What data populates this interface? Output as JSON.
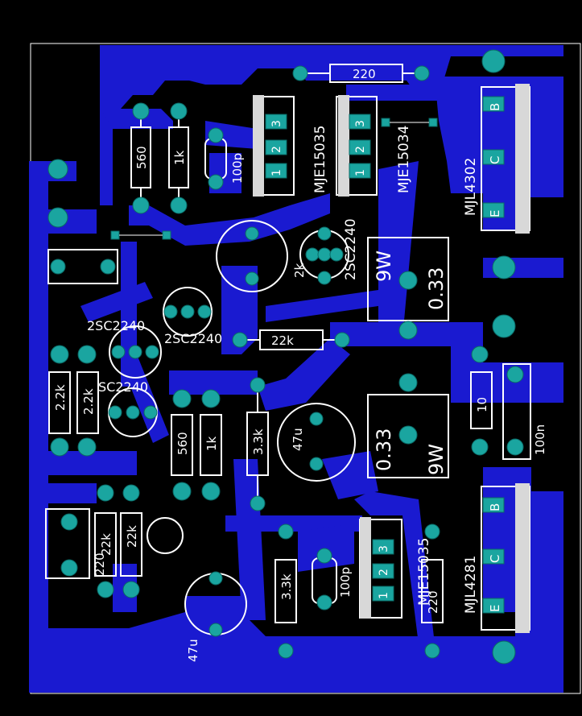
{
  "colors": {
    "background": "#000000",
    "copper": "#1a1ad0",
    "pad": "#1aa5a0",
    "silk": "#ffffff"
  },
  "labels": {
    "r220_top": "220",
    "q_mje15035_top": "MJE15035",
    "q_mje15034": "MJE15034",
    "q_mjl4302": "MJL4302",
    "mjl4302_b": "B",
    "mjl4302_c": "C",
    "mjl4302_e": "E",
    "pin3a": "3",
    "pin2a": "2",
    "pin1a": "1",
    "pin3b": "3",
    "pin2b": "2",
    "pin1b": "1",
    "r560_top": "560",
    "r1k_top": "1k",
    "c100p_top": "100p",
    "q2sc2240_right": "2SC2240",
    "r2k": "2k",
    "r033_top_val": "0.33",
    "r033_top_w": "9W",
    "q2sc2240_a": "2SC2240",
    "q2sc2240_b": "2SC2240",
    "q2sc2240_c": "SC2240",
    "r22k_mid": "22k",
    "r22k_left": "2.2k",
    "r2k_left2": "2.2k",
    "r560_mid": "560",
    "r1k_mid": "1k",
    "r33k_mid": "3.3k",
    "c47u_mid": "47u",
    "r033_bot_val": "0.33",
    "r033_bot_w": "9W",
    "r10": "10",
    "c100n": "100n",
    "r220_left": "220",
    "r22k_bot_a": "22k",
    "r22k_bot_b": "22k",
    "c47u_bot": "47u",
    "r33k_bot": "3.3k",
    "c100p_bot": "100p",
    "q_mje15035_bot": "MJE15035",
    "r220_bot": "220",
    "q_mjl4281": "MJL4281",
    "mjl4281_b": "B",
    "mjl4281_c": "C",
    "mjl4281_e": "E",
    "pin3c": "3",
    "pin2c": "2",
    "pin1c": "1"
  }
}
